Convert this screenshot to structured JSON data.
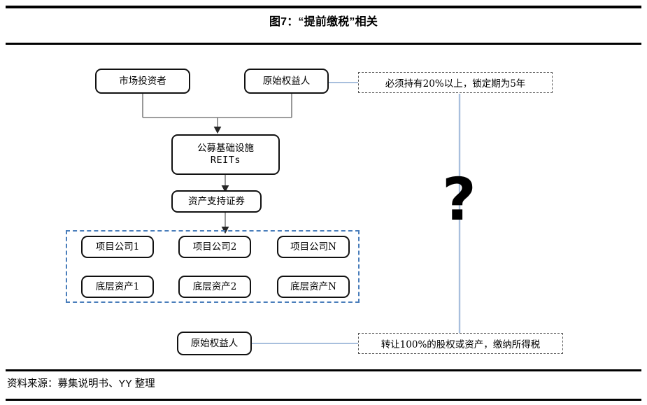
{
  "figure": {
    "title": "图7：“提前缴税”相关",
    "source": "资料来源：募集说明书、YY 整理"
  },
  "colors": {
    "connector_gray": "#7f7f7f",
    "connector_blue": "#a8bfdd",
    "group_dashed_blue": "#4a7ebb",
    "note_dashed_gray": "#5a5a5a",
    "node_border": "#111111",
    "rule_black": "#000000"
  },
  "nodes": {
    "market_investor": "市场投资者",
    "original_owner_top": "原始权益人",
    "reits_line1": "公募基础设施",
    "reits_line2": "REITs",
    "abs": "资产支持证券",
    "project_company_1": "项目公司1",
    "project_company_2": "项目公司2",
    "project_company_n": "项目公司N",
    "underlying_asset_1": "底层资产1",
    "underlying_asset_2": "底层资产2",
    "underlying_asset_n": "底层资产N",
    "original_owner_bottom": "原始权益人"
  },
  "notes": {
    "holding_requirement": "必须持有20%以上，锁定期为5年",
    "transfer_tax": "转让100%的股权或资产，缴纳所得税"
  },
  "symbols": {
    "question_mark": "?"
  }
}
